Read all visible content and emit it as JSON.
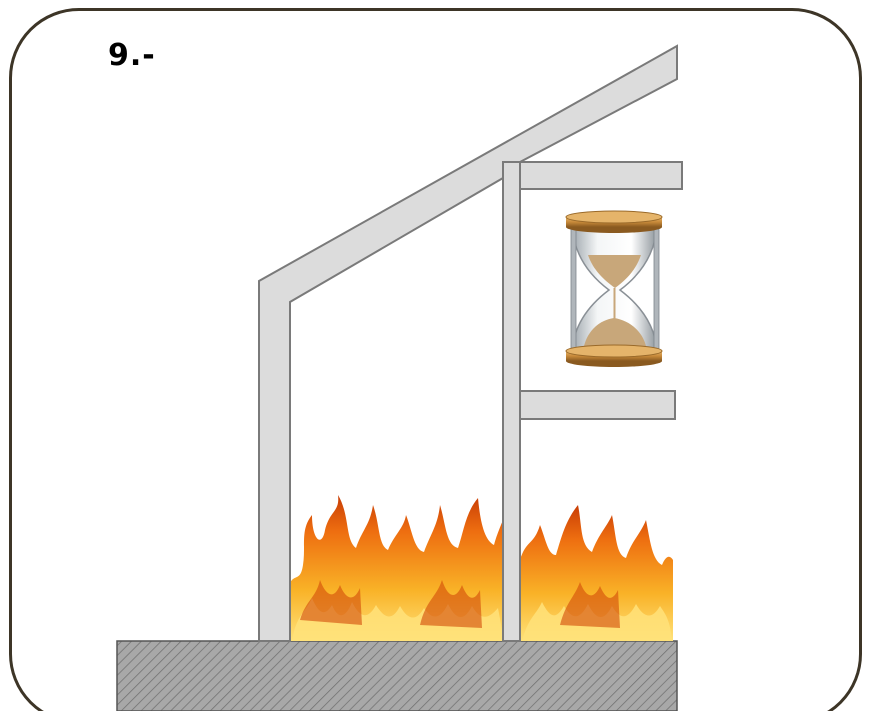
{
  "diagram": {
    "step_label": "9.-",
    "elements": [
      {
        "name": "building-walls-and-roof",
        "kind": "structure"
      },
      {
        "name": "interior-partition",
        "kind": "structure"
      },
      {
        "name": "upper-shelf",
        "kind": "structure"
      },
      {
        "name": "lower-shelf",
        "kind": "structure"
      },
      {
        "name": "hourglass-icon",
        "kind": "icon"
      },
      {
        "name": "fire-flames",
        "kind": "illustration"
      },
      {
        "name": "hatched-ground-slab",
        "kind": "structure"
      }
    ],
    "colors": {
      "frame_border": "#3d3527",
      "wall_fill": "#dcdcdc",
      "wall_stroke": "#7a7a7a",
      "ground_fill": "#9c9c9c",
      "flame_outer": "#e85a0c",
      "flame_mid": "#f7a21b",
      "flame_inner": "#ffe27a",
      "hourglass_wood": "#c88a3a",
      "sand": "#c8a77a"
    }
  }
}
